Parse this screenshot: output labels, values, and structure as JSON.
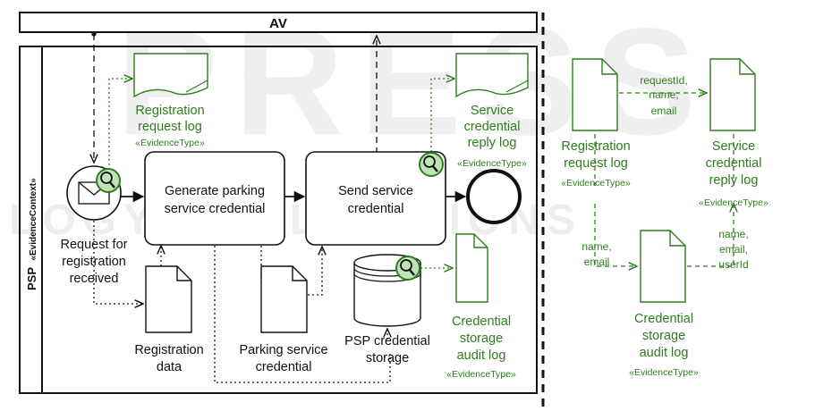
{
  "pools": {
    "av_label": "AV",
    "psp_label": "PSP",
    "psp_stereotype": "«EvidenceContext»"
  },
  "tasks": {
    "generate_line1": "Generate parking",
    "generate_line2": "service credential",
    "send_line1": "Send service",
    "send_line2": "credential"
  },
  "events": {
    "start_line1": "Request for",
    "start_line2": "registration",
    "start_line3": "received"
  },
  "data_objects": {
    "registration_data_line1": "Registration",
    "registration_data_line2": "data",
    "parking_cred_line1": "Parking service",
    "parking_cred_line2": "credential",
    "storage_line1": "PSP credential",
    "storage_line2": "storage"
  },
  "evidence_left": {
    "reg_log_line1": "Registration",
    "reg_log_line2": "request log",
    "reg_log_stereo": "«EvidenceType»",
    "reply_log_line1": "Service",
    "reply_log_line2": "credential",
    "reply_log_line3": "reply log",
    "reply_log_stereo": "«EvidenceType»",
    "audit_log_line1": "Credential",
    "audit_log_line2": "storage",
    "audit_log_line3": "audit log",
    "audit_log_stereo": "«EvidenceType»"
  },
  "evidence_right": {
    "reg_log_line1": "Registration",
    "reg_log_line2": "request log",
    "reg_log_stereo": "«EvidenceType»",
    "reply_log_line1": "Service",
    "reply_log_line2": "credential",
    "reply_log_line3": "reply log",
    "reply_log_stereo": "«EvidenceType»",
    "audit_log_line1": "Credential",
    "audit_log_line2": "storage",
    "audit_log_line3": "audit log",
    "audit_log_stereo": "«EvidenceType»",
    "link_top_line1": "requestId,",
    "link_top_line2": "name,",
    "link_top_line3": "email",
    "link_left_line1": "name,",
    "link_left_line2": "email",
    "link_right_line1": "name,",
    "link_right_line2": "email,",
    "link_right_line3": "userId"
  },
  "watermark": {
    "big": "PRESS",
    "line": "LOGY PUBLICATIONS"
  },
  "colors": {
    "evidence": "#2e7d1e",
    "magnifier_fill": "#bfe3b4",
    "line": "#111111"
  },
  "icons": [
    "envelope-icon",
    "magnifier-icon",
    "document-icon",
    "database-icon"
  ]
}
